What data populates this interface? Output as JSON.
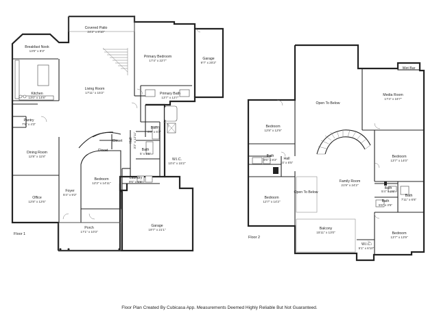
{
  "floors": [
    {
      "label": "Floor 1",
      "rooms": [
        {
          "name": "Covered Patio",
          "dims": "24'2\" x 8'10\""
        },
        {
          "name": "Breakfast Nook",
          "dims": "13'0\" x 8'3\""
        },
        {
          "name": "Kitchen",
          "dims": "13'0\" x 14'8\""
        },
        {
          "name": "Pantry",
          "dims": "7'5\" x 4'3\""
        },
        {
          "name": "Living Room",
          "dims": "17'11\" x 15'2\""
        },
        {
          "name": "Primary Bedroom",
          "dims": "17'4\" x 22'7\""
        },
        {
          "name": "Garage",
          "dims": "9'7\" x 20'2\""
        },
        {
          "name": "Primary Bath",
          "dims": "13'7\" x 13'7\""
        },
        {
          "name": "Bath",
          "dims": "6'8\" x 6'2\""
        },
        {
          "name": "Bath",
          "dims": "5' x 8'5\""
        },
        {
          "name": "Closet",
          "dims": ""
        },
        {
          "name": "Closet",
          "dims": ""
        },
        {
          "name": "Hall",
          "dims": "3'2\" x 12'11\""
        },
        {
          "name": "W.I.C.",
          "dims": "10'4\" x 15'2\""
        },
        {
          "name": "Dining Room",
          "dims": "12'8\" x 11'8\""
        },
        {
          "name": "Bedroom",
          "dims": "12'3\" x 14'11\""
        },
        {
          "name": "Laundry",
          "dims": "9'6\" x 6'5\""
        },
        {
          "name": "Office",
          "dims": "12'8\" x 12'6\""
        },
        {
          "name": "Foyer",
          "dims": "5'4\" x 9'2\""
        },
        {
          "name": "Porch",
          "dims": "17'1\" x 10'3\""
        },
        {
          "name": "Garage",
          "dims": "19'7\" x 21'1\""
        }
      ]
    },
    {
      "label": "Floor 2",
      "rooms": [
        {
          "name": "Wet Bar",
          "dims": ""
        },
        {
          "name": "Open To Below",
          "dims": ""
        },
        {
          "name": "Media Room",
          "dims": "17'4\" x 16'7\""
        },
        {
          "name": "Bedroom",
          "dims": "12'8\" x 12'9\""
        },
        {
          "name": "Bedroom",
          "dims": "13'7\" x 14'0\""
        },
        {
          "name": "Bath",
          "dims": "9'6\" x 8'2\""
        },
        {
          "name": "Hall",
          "dims": "10' x 6'5\""
        },
        {
          "name": "Family Room",
          "dims": "21'9\" x 24'2\""
        },
        {
          "name": "Bedroom",
          "dims": "12'7\" x 14'2\""
        },
        {
          "name": "Open To Below",
          "dims": ""
        },
        {
          "name": "Bath",
          "dims": "5'4\" x 2'6\""
        },
        {
          "name": "Bath",
          "dims": "7'11\" x 6'6\""
        },
        {
          "name": "Bath",
          "dims": "5'6\" x 3'5\""
        },
        {
          "name": "Balcony",
          "dims": "15'11\" x 13'0\""
        },
        {
          "name": "Bedroom",
          "dims": "13'7\" x 13'9\""
        },
        {
          "name": "W.I.C.",
          "dims": "5'1\" x 6'10\""
        }
      ]
    }
  ],
  "footer": "Floor Plan Created By Cubicasa App. Measurements Deemed Highly Reliable But Not Guaranteed."
}
